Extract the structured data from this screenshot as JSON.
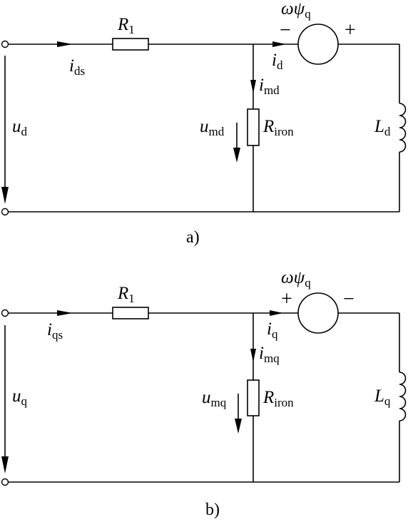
{
  "circuits": [
    {
      "id": "d",
      "caption": "a)",
      "source": {
        "main": "ωψ",
        "sub": "q",
        "left_sign": "−",
        "right_sign": "+"
      },
      "resistor_series": {
        "main": "R",
        "sub": "1"
      },
      "resistor_iron": {
        "main": "R",
        "sub": "iron"
      },
      "inductor": {
        "main": "L",
        "sub": "d"
      },
      "voltage_input": {
        "main": "u",
        "sub": "d"
      },
      "voltage_m": {
        "main": "u",
        "sub": "md"
      },
      "current_s": {
        "main": "i",
        "sub": "ds"
      },
      "current_branch": {
        "main": "i",
        "sub": "d"
      },
      "current_m": {
        "main": "i",
        "sub": "md"
      }
    },
    {
      "id": "q",
      "caption": "b)",
      "source": {
        "main": "ωψ",
        "sub": "q",
        "left_sign": "+",
        "right_sign": "−"
      },
      "resistor_series": {
        "main": "R",
        "sub": "1"
      },
      "resistor_iron": {
        "main": "R",
        "sub": "iron"
      },
      "inductor": {
        "main": "L",
        "sub": "q"
      },
      "voltage_input": {
        "main": "u",
        "sub": "q"
      },
      "voltage_m": {
        "main": "u",
        "sub": "mq"
      },
      "current_s": {
        "main": "i",
        "sub": "qs"
      },
      "current_branch": {
        "main": "i",
        "sub": "q"
      },
      "current_m": {
        "main": "i",
        "sub": "mq"
      }
    }
  ]
}
